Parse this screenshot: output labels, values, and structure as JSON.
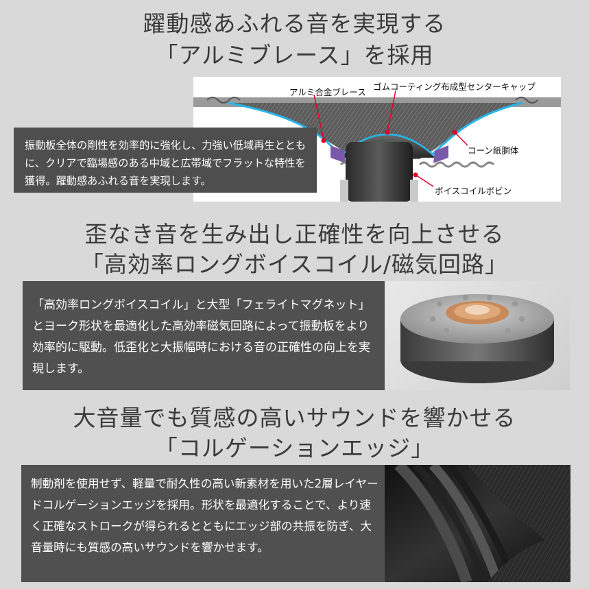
{
  "section1": {
    "heading_line1": "躍動感あふれる音を実現する",
    "heading_line2": "「アルミブレース」を採用",
    "body": "振動板全体の剛性を効率的に強化し、力強い低域再生とともに、クリアで臨場感のある中域と広帯域でフラットな特性を獲得。躍動感あふれる音を実現します。",
    "callouts": {
      "alumi_brace": "アルミ合金ブレース",
      "rubber_cap": "ゴムコーティング布成型センターキャップ",
      "cone": "コーン紙胴体",
      "bobbin": "ボイスコイルボビン"
    }
  },
  "section2": {
    "heading_line1": "歪なき音を生み出し正確性を向上させる",
    "heading_line2": "「高効率ロングボイスコイル/磁気回路」",
    "body": "「高効率ロングボイスコイル」と大型「フェライトマグネット」とヨーク形状を最適化した高効率磁気回路によって振動板をより効率的に駆動。低歪化と大振幅時における音の正確性の向上を実現します。"
  },
  "section3": {
    "heading_line1": "大音量でも質感の高いサウンドを響かせる",
    "heading_line2": "「コルゲーションエッジ」",
    "body": "制動剤を使用せず、軽量で耐久性の高い新素材を用いた2層レイヤードコルゲーションエッジを採用。形状を最適化することで、より速く正確なストロークが得られるとともにエッジ部の共振を防ぎ、大音量時にも質感の高いサウンドを響かせます。"
  },
  "colors": {
    "page_bg": "#d9d9d9",
    "panel_bg": "#4a4a4a",
    "heading_text": "#3a3a3a",
    "callout_dot": "#e1002a",
    "aluminum_brace": "#28b4e6"
  },
  "icons": {
    "speaker_cross_section": "speaker-cross-section-illustration",
    "magnet": "magnet-photo",
    "edge": "corrugated-edge-photo"
  }
}
